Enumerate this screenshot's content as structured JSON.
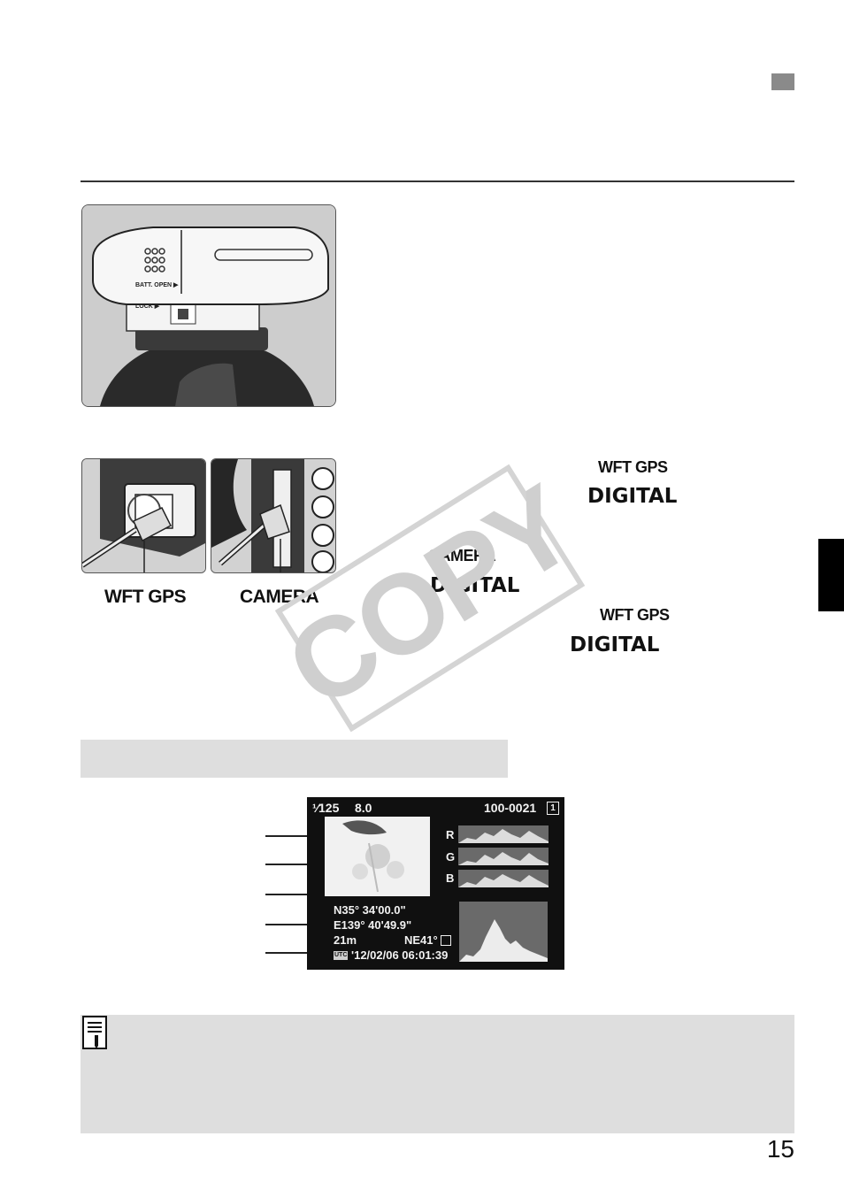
{
  "figure1": {
    "device_labels": {
      "batt_open": "BATT. OPEN ▶",
      "lock": "LOCK ▶"
    }
  },
  "figure2": {
    "caption_left": "WFT GPS",
    "caption_right": "CAMERA"
  },
  "callouts": [
    {
      "line1": "WFT GPS",
      "line2": "DIGITAL"
    },
    {
      "line1": "CAMERA",
      "line2": "DIGITAL"
    },
    {
      "line1": "WFT GPS",
      "line2": "DIGITAL"
    }
  ],
  "watermark": "COPY",
  "lcd": {
    "shutter": "¹⁄125",
    "aperture": "8.0",
    "file_number": "100-0021",
    "card_icon": "1",
    "channels": [
      "R",
      "G",
      "B"
    ],
    "latitude": "N35°  34'00.0\"",
    "longitude": "E139°  40'49.9\"",
    "altitude": "21m",
    "direction": "NE41°",
    "utc_tag": "UTC",
    "datetime": "'12/02/06  06:01:39"
  },
  "note_icon": "memo-icon",
  "page_number": "15",
  "colors": {
    "side_tab": "#000000",
    "gray_panel": "#dedede",
    "lcd_bg": "#101010"
  }
}
